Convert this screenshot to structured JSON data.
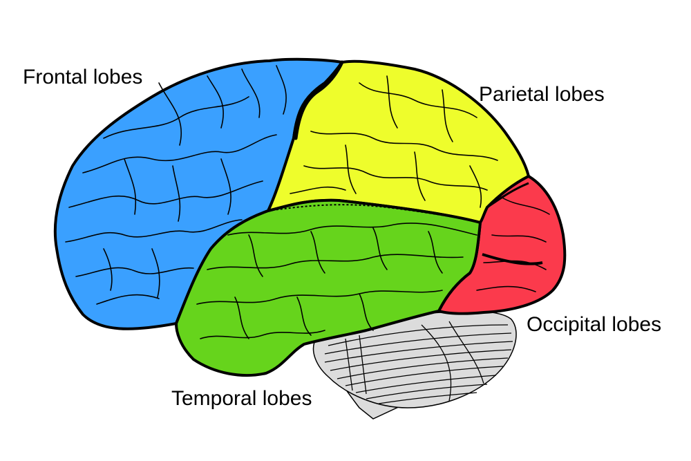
{
  "labels": {
    "frontal": "Frontal lobes",
    "parietal": "Parietal lobes",
    "occipital": "Occipital lobes",
    "temporal": "Temporal lobes"
  },
  "colors": {
    "frontal": "#3aa0ff",
    "parietal": "#eefd2c",
    "occipital": "#fb3a4c",
    "temporal": "#66d41c",
    "cerebellum": "#dcdcdc",
    "brainstem": "#dcdcdc",
    "outline": "#000000"
  }
}
